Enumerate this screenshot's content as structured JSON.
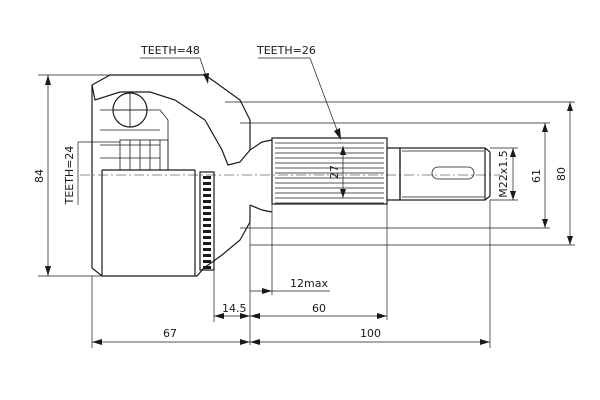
{
  "labels": {
    "teeth_outer": "TEETH=48",
    "teeth_spline": "TEETH=26",
    "teeth_inner": "TEETH=24",
    "thread": "M22x1.5"
  },
  "dimensions": {
    "outer_diameter": "84",
    "spline_diameter": "27",
    "shaft_diameter": "61",
    "seal_diameter": "80",
    "max_length": "12max",
    "offset": "14.5",
    "spline_length": "60",
    "body_length": "67",
    "total_length": "100"
  }
}
